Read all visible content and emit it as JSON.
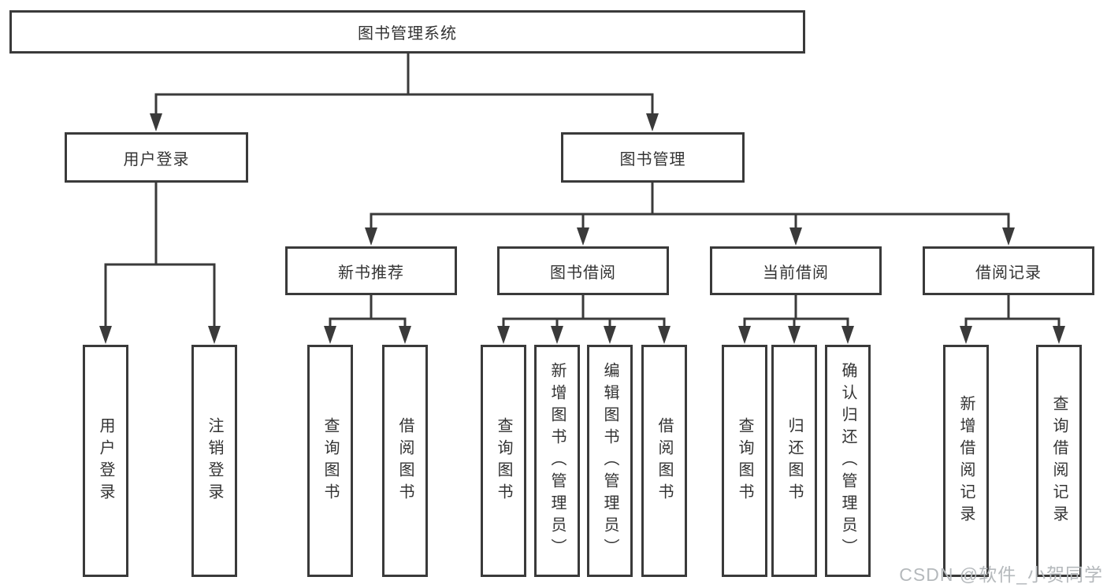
{
  "diagram": {
    "type": "tree",
    "root": {
      "label": "图书管理系统",
      "children": [
        {
          "label": "用户登录",
          "children": [
            {
              "label": "用户登录"
            },
            {
              "label": "注销登录"
            }
          ]
        },
        {
          "label": "图书管理",
          "children": [
            {
              "label": "新书推荐",
              "children": [
                {
                  "label": "查询图书"
                },
                {
                  "label": "借阅图书"
                }
              ]
            },
            {
              "label": "图书借阅",
              "children": [
                {
                  "label": "查询图书"
                },
                {
                  "label": "新增图书（管理员）"
                },
                {
                  "label": "编辑图书（管理员）"
                },
                {
                  "label": "借阅图书"
                }
              ]
            },
            {
              "label": "当前借阅",
              "children": [
                {
                  "label": "查询图书"
                },
                {
                  "label": "归还图书"
                },
                {
                  "label": "确认归还（管理员）"
                }
              ]
            },
            {
              "label": "借阅记录",
              "children": [
                {
                  "label": "新增借阅记录"
                },
                {
                  "label": "查询借阅记录"
                }
              ]
            }
          ]
        }
      ]
    },
    "colors": {
      "line": "#3a3a3a",
      "text": "#333333",
      "background": "#ffffff",
      "watermark": "#b5b9bc"
    }
  },
  "watermark": {
    "text": "CSDN @软件_小贺同学"
  }
}
